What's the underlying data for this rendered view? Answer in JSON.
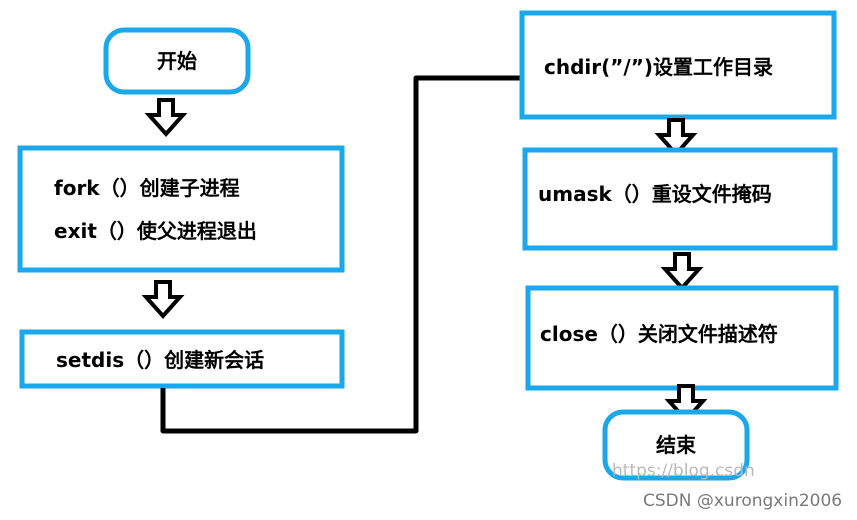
{
  "colors": {
    "box_border": "#1aa7ec",
    "arrow": "#000000",
    "connector": "#000000",
    "text": "#000000"
  },
  "nodes": {
    "start": "开始",
    "fork": "fork（）创建子进程",
    "exit": "exit（）使父进程退出",
    "setsid": "setdis（）创建新会话",
    "chdir": "chdir(”/”)设置工作目录",
    "umask": "umask（）重设文件掩码",
    "close": "close（）关闭文件描述符",
    "end": "结束"
  },
  "watermark": {
    "url": "https://blog.csdn",
    "credit": "CSDN @xurongxin2006"
  }
}
